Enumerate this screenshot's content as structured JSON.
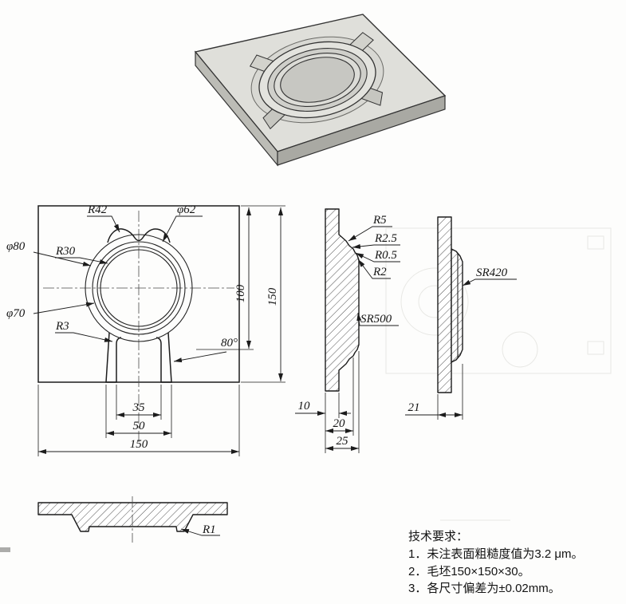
{
  "front_view": {
    "labels": {
      "r42": "R42",
      "phi62": "φ62",
      "phi80": "φ80",
      "r30": "R30",
      "phi70": "φ70",
      "r3": "R3",
      "angle": "80°"
    },
    "dims": {
      "v100": "100",
      "v150": "150",
      "h35": "35",
      "h50": "50",
      "h150": "150"
    }
  },
  "section_left": {
    "labels": {
      "r5": "R5",
      "r25": "R2.5",
      "r05": "R0.5",
      "r2": "R2",
      "sr500": "SR500"
    },
    "dims": {
      "d10": "10",
      "d20": "20",
      "d25": "25"
    }
  },
  "section_right": {
    "labels": {
      "sr420": "SR420"
    },
    "dims": {
      "d21": "21"
    }
  },
  "bottom_section": {
    "labels": {
      "r1": "R1"
    }
  },
  "tech_req": {
    "title": "技术要求：",
    "items": [
      "1．未注表面粗糙度值为3.2 μm。",
      "2．毛坯150×150×30。",
      "3．各尺寸偏差为±0.02mm。"
    ]
  }
}
